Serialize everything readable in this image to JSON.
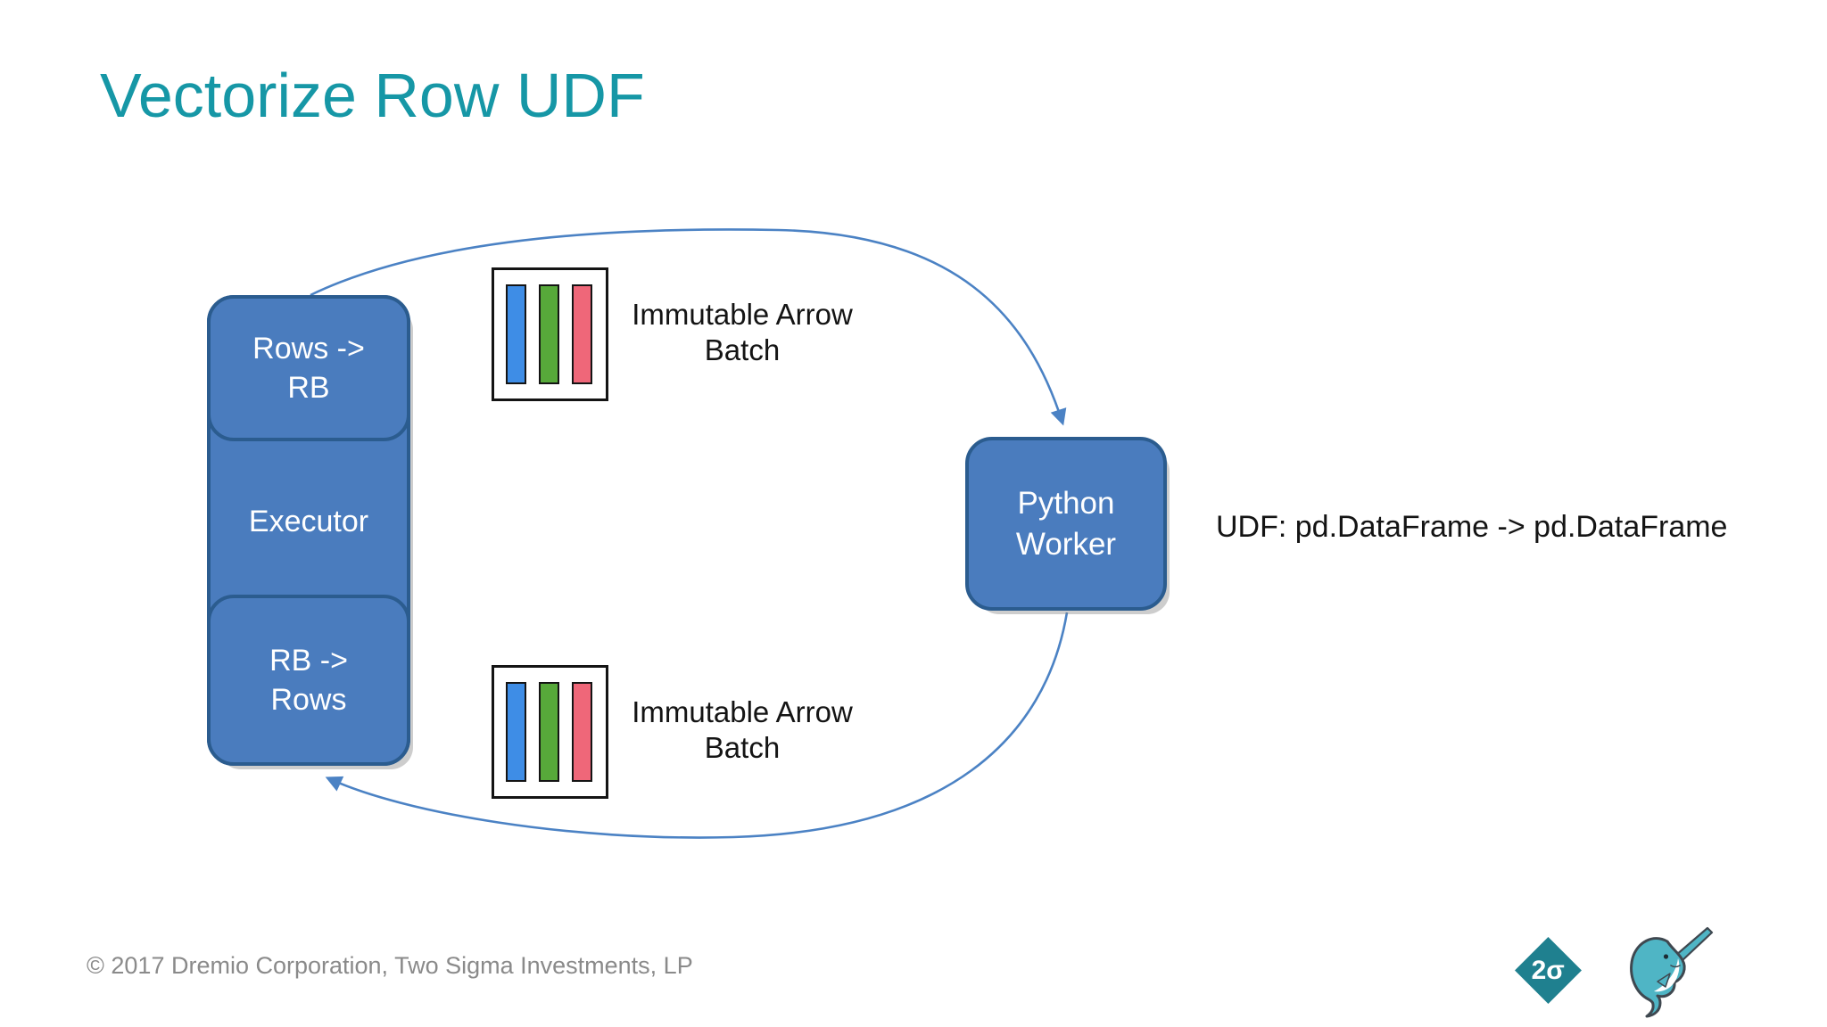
{
  "slide": {
    "title": "Vectorize Row UDF",
    "footer": "© 2017 Dremio Corporation, Two Sigma Investments, LP"
  },
  "diagram": {
    "executor": {
      "top_label": "Rows ->\nRB",
      "label": "Executor",
      "bottom_label": "RB ->\nRows"
    },
    "worker_label": "Python\nWorker",
    "batch_top_label": "Immutable Arrow\nBatch",
    "batch_bottom_label": "Immutable Arrow\nBatch",
    "udf_note": "UDF: pd.DataFrame -> pd.DataFrame",
    "flow": {
      "top_arrow": "executor-to-python-worker",
      "bottom_arrow": "python-worker-to-executor"
    },
    "colors": {
      "node_fill": "#4a7cbe",
      "node_border": "#2b5c8f",
      "arrow_stroke": "#4b82c4",
      "bar_blue": "#3e8de6",
      "bar_green": "#57a93a",
      "bar_pink": "#ef6779",
      "title_teal": "#1697a6",
      "footer_gray": "#8a8a8a",
      "logo_teal": "#1f808f",
      "narwhal_teal": "#4fb5c5"
    }
  },
  "logos": {
    "two_sigma_text": "2σ",
    "two_sigma_icon": "two-sigma-diamond-logo",
    "narwhal_icon": "dremio-narwhal-logo"
  }
}
